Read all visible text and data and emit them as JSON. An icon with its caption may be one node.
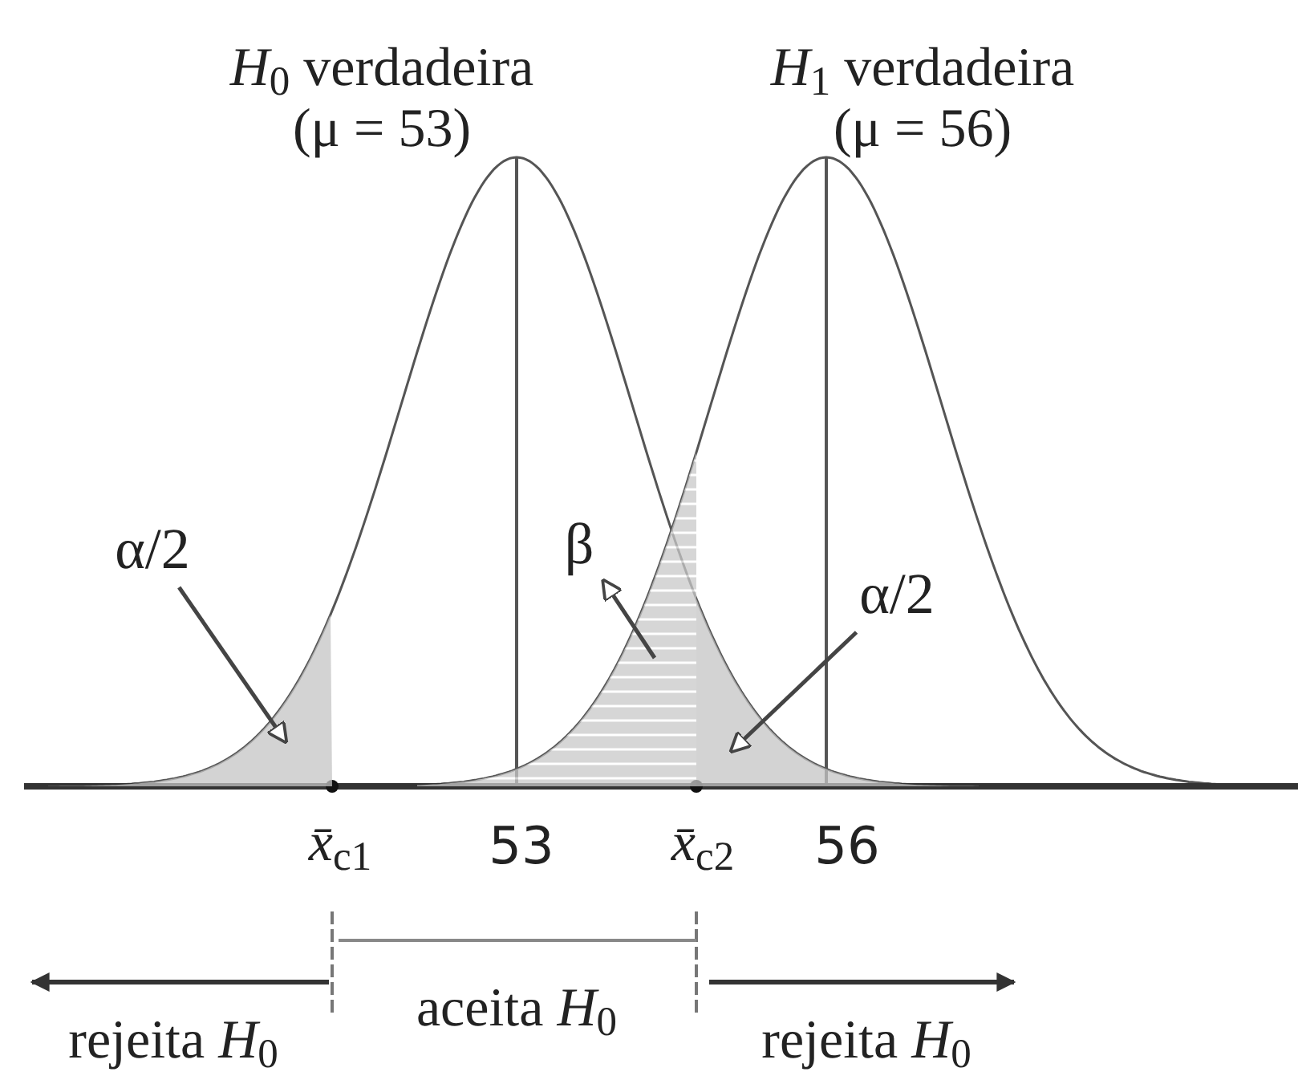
{
  "diagram": {
    "nodes": [
      {
        "text": [
          "α/2"
        ]
      },
      {
        "text": [
          "β"
        ]
      },
      {
        "text": [
          "α/2"
        ]
      },
      {
        "text": [],
        "shape": "region"
      },
      {
        "text": [],
        "shape": "region"
      },
      {
        "text": [],
        "shape": "region"
      }
    ],
    "edges": [
      {
        "from": 0,
        "to": 3,
        "arrow": "to"
      },
      {
        "from": 4,
        "to": 1,
        "arrow": "to"
      },
      {
        "from": 2,
        "to": 5,
        "arrow": "to"
      }
    ],
    "labels": [
      "*H*$_{0}$ verdadeira",
      "(μ = 53)",
      "*H*$_{1}$ verdadeira",
      "(μ = 56)",
      "*x̄*$_{c1}$",
      "53",
      "*x̄*$_{c2}$",
      "56",
      "rejeita *H*$_{0}$",
      "aceita *H*$_{0}$",
      "rejeita *H*$_{0}$"
    ]
  }
}
